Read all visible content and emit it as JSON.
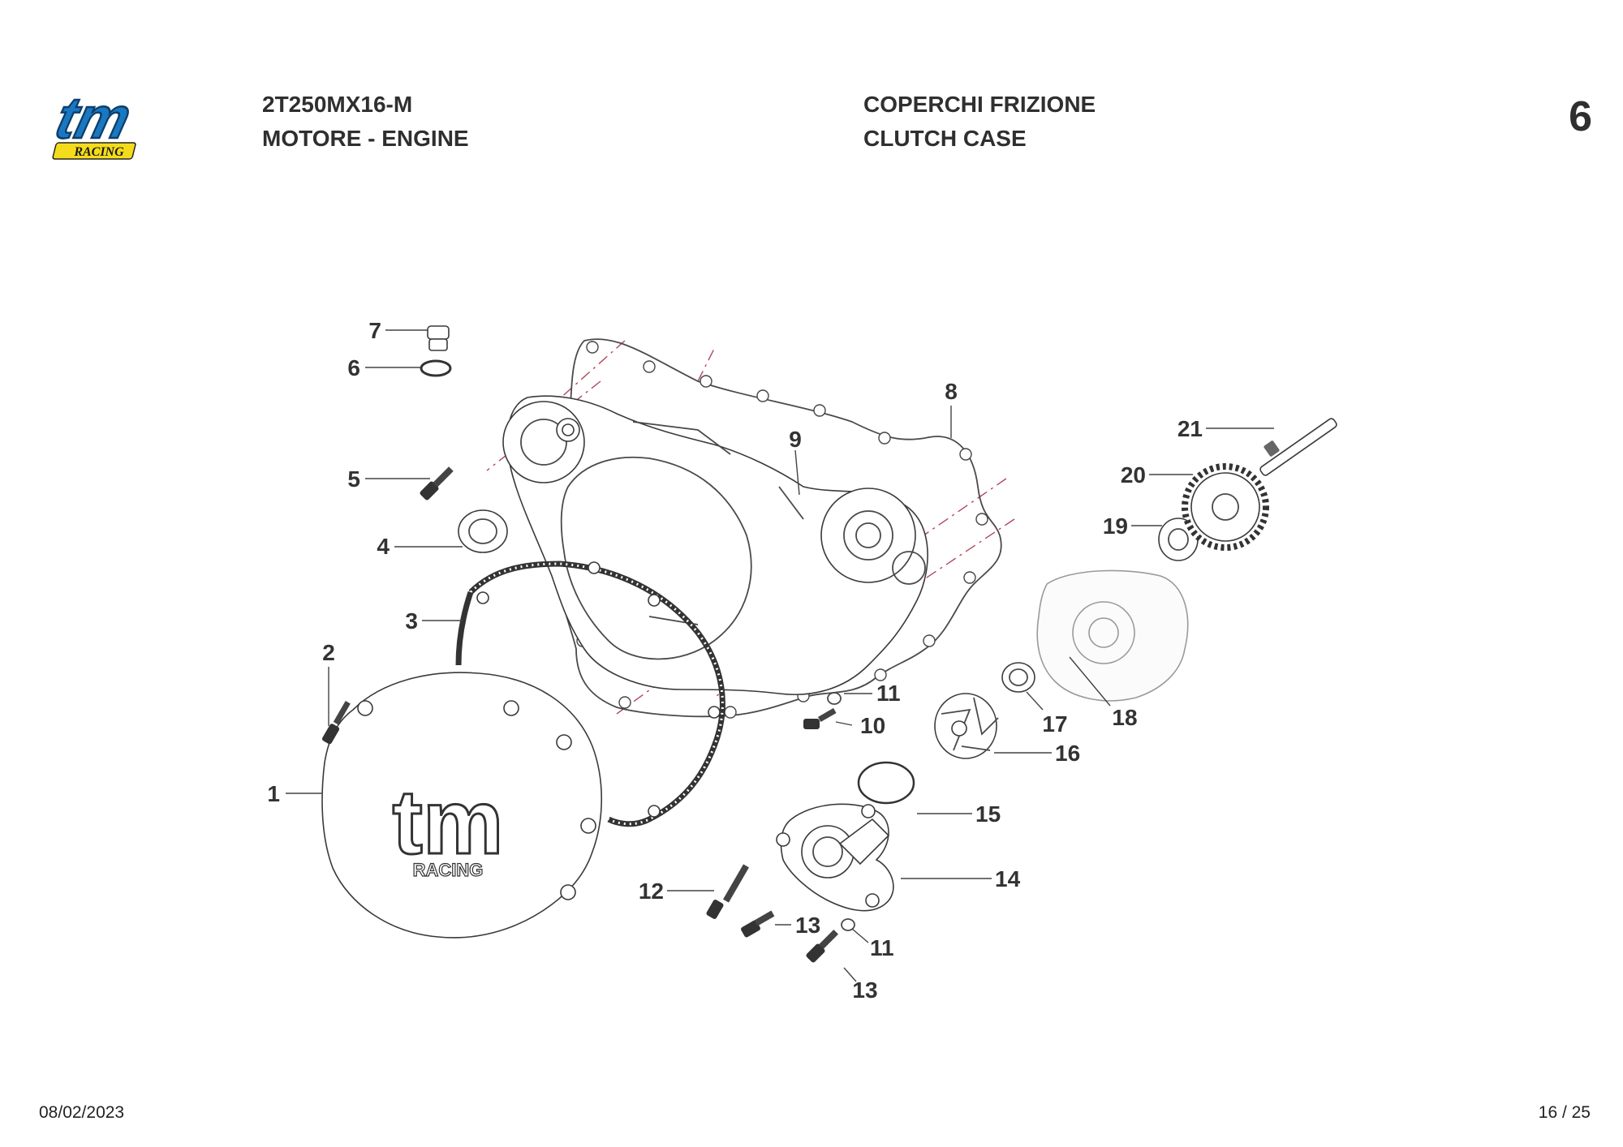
{
  "header": {
    "model": "2T250MX16-M",
    "group": "MOTORE - ENGINE",
    "title_it": "COPERCHI FRIZIONE",
    "title_en": "CLUTCH CASE",
    "table_number": "6"
  },
  "logo": {
    "brand": "tm",
    "tagline": "RACING"
  },
  "diagram": {
    "callouts": [
      "1",
      "2",
      "3",
      "4",
      "5",
      "6",
      "7",
      "8",
      "9",
      "10",
      "11",
      "11",
      "12",
      "13",
      "13",
      "14",
      "15",
      "16",
      "17",
      "18",
      "19",
      "20",
      "21"
    ],
    "cover_badge": {
      "brand": "tm",
      "tagline": "RACING"
    }
  },
  "footer": {
    "date": "08/02/2023",
    "page": "16 / 25"
  },
  "colors": {
    "logo_blue": "#1a78c2",
    "logo_yellow": "#f4dc1c",
    "centerline": "#b0485e"
  }
}
